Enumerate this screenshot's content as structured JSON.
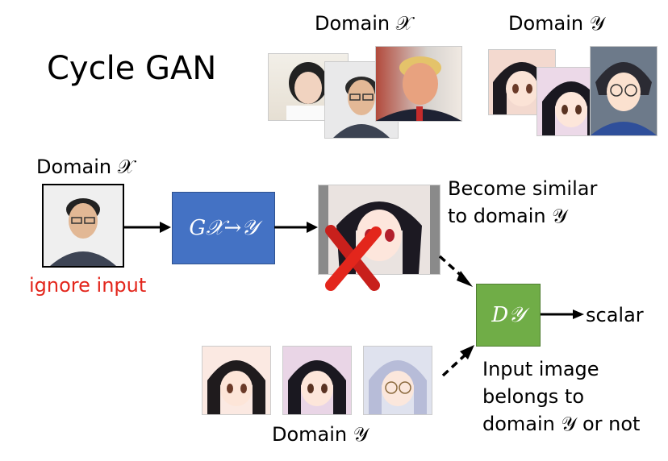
{
  "title": "Cycle GAN",
  "top": {
    "domain_x_label": "Domain 𝒳",
    "domain_y_label": "Domain 𝒴"
  },
  "input": {
    "domain_label": "Domain 𝒳",
    "ignore_label": "ignore input"
  },
  "generator": {
    "label": "G𝒳→𝒴"
  },
  "output": {
    "similar_line1": "Become similar",
    "similar_line2": "to domain 𝒴"
  },
  "discriminator": {
    "label": "D𝒴",
    "output_label": "scalar"
  },
  "belongs": {
    "line1": "Input image",
    "line2": "belongs to",
    "line3": "domain 𝒴 or not"
  },
  "bottom": {
    "domain_y_label": "Domain 𝒴"
  },
  "colors": {
    "generator": "#4472c4",
    "discriminator": "#70ad47",
    "warning": "#e3261c"
  },
  "icons": [
    "face-photo",
    "anime-face",
    "red-x-mark",
    "arrow-right",
    "dashed-arrow"
  ]
}
